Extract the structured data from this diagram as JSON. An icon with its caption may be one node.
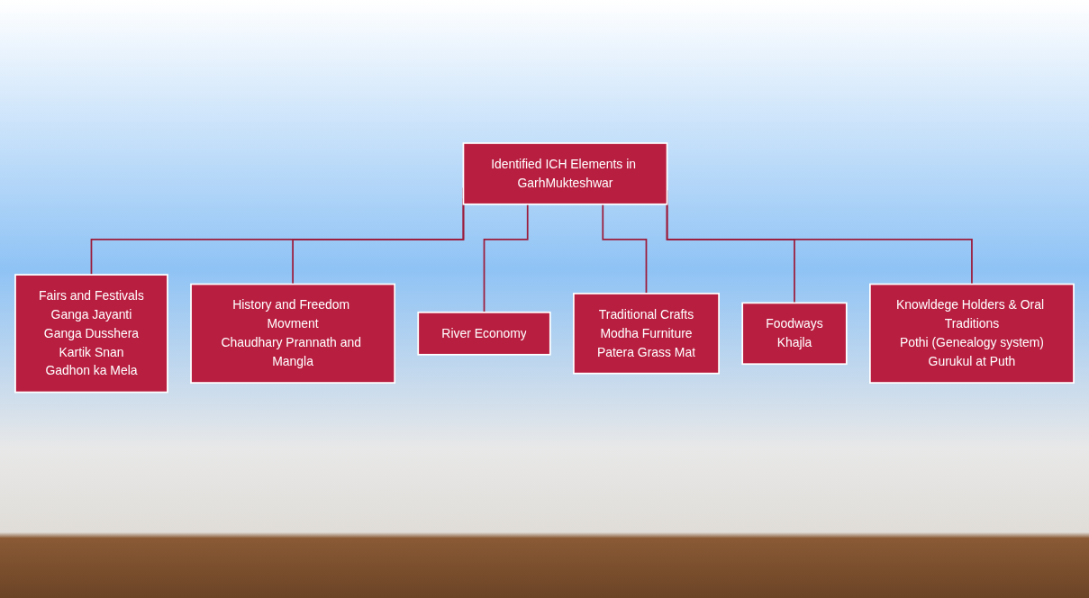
{
  "diagram": {
    "nodes": [
      {
        "text": [
          "Identified ICH Elements in GarhMukteshwar"
        ]
      },
      {
        "text": [
          "Fairs and Festivals",
          "Ganga Jayanti",
          "Ganga Dusshera",
          "Kartik Snan",
          "Gadhon ka Mela"
        ]
      },
      {
        "text": [
          "History and Freedom Movment",
          "Chaudhary Prannath and Mangla"
        ]
      },
      {
        "text": [
          "River Economy"
        ]
      },
      {
        "text": [
          "Traditional Crafts",
          "Modha Furniture",
          "Patera Grass Mat"
        ]
      },
      {
        "text": [
          "Foodways",
          "Khajla"
        ]
      },
      {
        "text": [
          "Knowldege Holders & Oral Traditions",
          "Pothi (Genealogy system)",
          "Gurukul at Puth"
        ]
      }
    ],
    "edges": [
      {
        "from": 0,
        "to": 1,
        "arrow": "none"
      },
      {
        "from": 0,
        "to": 2,
        "arrow": "none"
      },
      {
        "from": 0,
        "to": 3,
        "arrow": "none"
      },
      {
        "from": 0,
        "to": 4,
        "arrow": "none"
      },
      {
        "from": 0,
        "to": 5,
        "arrow": "none"
      },
      {
        "from": 0,
        "to": 6,
        "arrow": "none"
      }
    ]
  }
}
